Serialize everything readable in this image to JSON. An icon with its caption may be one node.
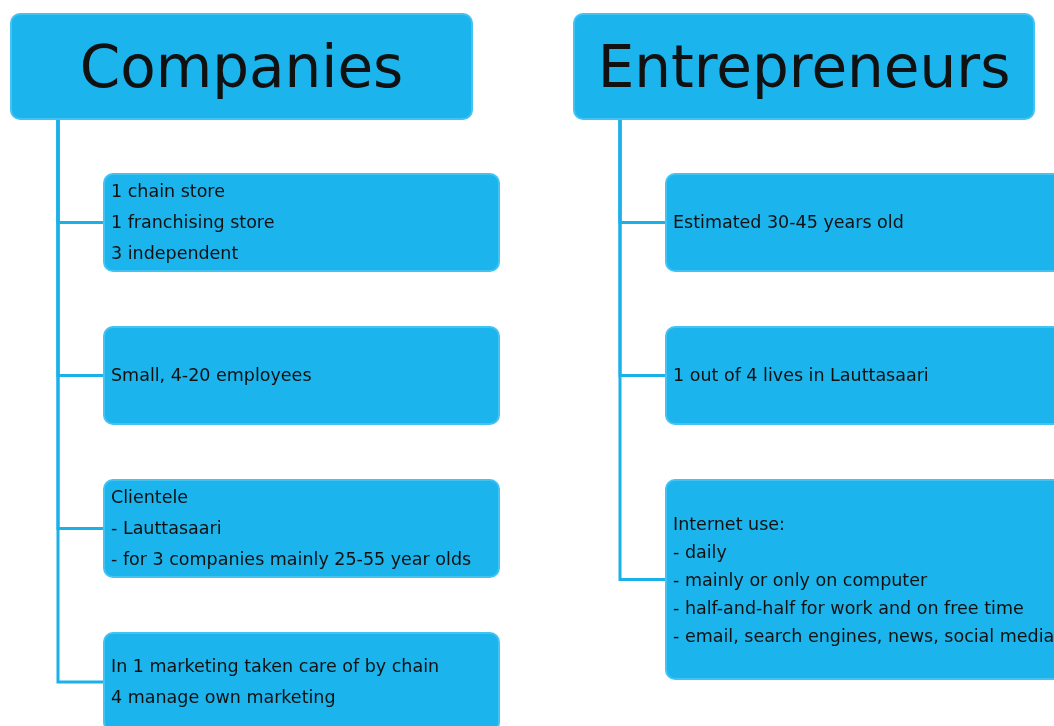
{
  "diagram": {
    "nodes": [
      {
        "text": [
          "Companies"
        ]
      },
      {
        "text": [
          "1 chain store",
          "1 franchising store",
          "3 independent"
        ]
      },
      {
        "text": [
          "Small, 4-20 employees"
        ]
      },
      {
        "text": [
          "Clientele",
          "- Lauttasaari",
          "- for 3 companies mainly 25-55 year olds"
        ]
      },
      {
        "text": [
          "In 1 marketing taken care of by chain",
          "4 manage own marketing"
        ]
      },
      {
        "text": [
          "Entrepreneurs"
        ]
      },
      {
        "text": [
          "Estimated 30-45 years old"
        ]
      },
      {
        "text": [
          "1 out of 4 lives in Lauttasaari"
        ]
      },
      {
        "text": [
          "Internet use:",
          "- daily",
          "- mainly or only on computer",
          "- half-and-half for work and on free time",
          "- email, search engines, news, social media"
        ]
      }
    ],
    "edges": [
      {
        "from": 0,
        "to": 1,
        "arrow": "none"
      },
      {
        "from": 0,
        "to": 2,
        "arrow": "none"
      },
      {
        "from": 0,
        "to": 3,
        "arrow": "none"
      },
      {
        "from": 0,
        "to": 4,
        "arrow": "none"
      },
      {
        "from": 5,
        "to": 6,
        "arrow": "none"
      },
      {
        "from": 5,
        "to": 7,
        "arrow": "none"
      },
      {
        "from": 5,
        "to": 8,
        "arrow": "none"
      }
    ]
  }
}
